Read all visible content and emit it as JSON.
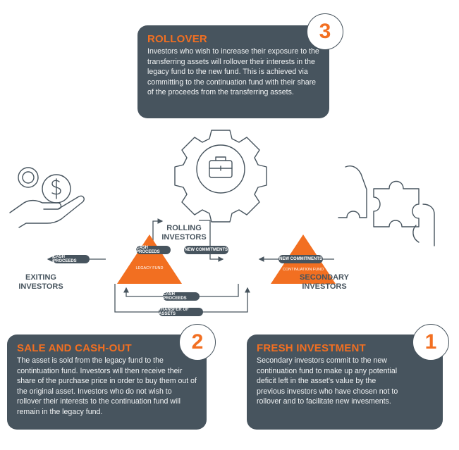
{
  "boxes": {
    "rollover": {
      "number": "3",
      "title": "ROLLOVER",
      "text": "Investors who wish to increase their exposure to the transferring assets will rollover their interests in the legacy fund to the new fund. This is achieved via committing to the continuation fund with their share of the proceeds from the transferring assets."
    },
    "sale": {
      "number": "2",
      "title": "SALE AND CASH-OUT",
      "text": "The asset is sold from the legacy fund to the contintuation fund. Investors will then receive their share of the purchase price in order to buy them out of the original asset. Investors who do not wish to rollover their interests to the continuation fund will remain in the legacy fund."
    },
    "fresh": {
      "number": "1",
      "title": "FRESH INVESTMENT",
      "text": "Secondary investors commit to the new continuation fund to make up any potential deficit left in the asset's value by the previous investors who have chosen not to rollover and to facilitate new invesments."
    }
  },
  "nodes": {
    "exiting": "EXITING INVESTORS",
    "rolling": "ROLLING INVESTORS",
    "secondary": "SECONDARY INVESTORS",
    "legacy": "LEGACY FUND",
    "continuation": "CONTINUATION FUND"
  },
  "flows": {
    "cash_exit": "CASH PROCEEDS",
    "cash_rolling": "CASH PROCEEDS",
    "new_comm_rolling": "NEW COMMITMENTS",
    "new_comm_secondary": "NEW COMMITMENTS",
    "cash_bottom": "CASH PROCEEDS",
    "transfer": "TRANSFER OF ASSETS"
  },
  "colors": {
    "accent": "#f26f21",
    "slate": "#47545e"
  }
}
